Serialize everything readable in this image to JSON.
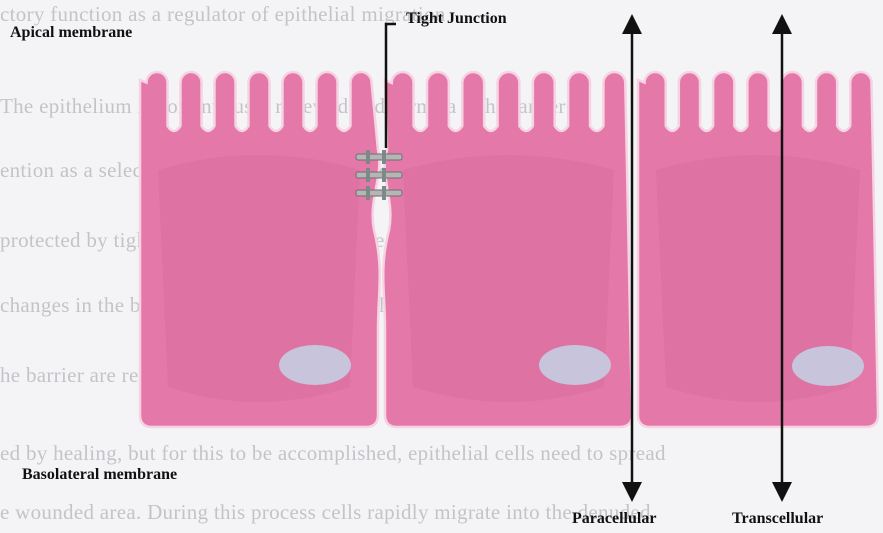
{
  "labels": {
    "apical": "Apical membrane",
    "tight_junction": "Tight Junction",
    "basolateral": "Basolateral membrane",
    "paracellular": "Paracellular",
    "transcellular": "Transcellular"
  },
  "background_text": [
    "ctory function as a regulator of epithelial migration",
    "The epithelium is continuously renewed and forms a tight barrier",
    "ention as a selective barrier for the luminal contents of intestinal lumen",
    "protected by tight junctions that may be affected",
    "changes in the barrier and transport across the cell layer",
    "he barrier are repaired in the intestine",
    "ed by healing, but for this to be accomplished, epithelial cells need to spread",
    "e wounded area. During this process cells rapidly migrate into the denuded"
  ],
  "colors": {
    "cell_fill": "#e479a9",
    "cell_inner": "#d86a9c",
    "cell_outline": "#f6d3e2",
    "nucleus": "#c7c4dc",
    "junction": "#b5b5b5",
    "arrow": "#111111"
  }
}
